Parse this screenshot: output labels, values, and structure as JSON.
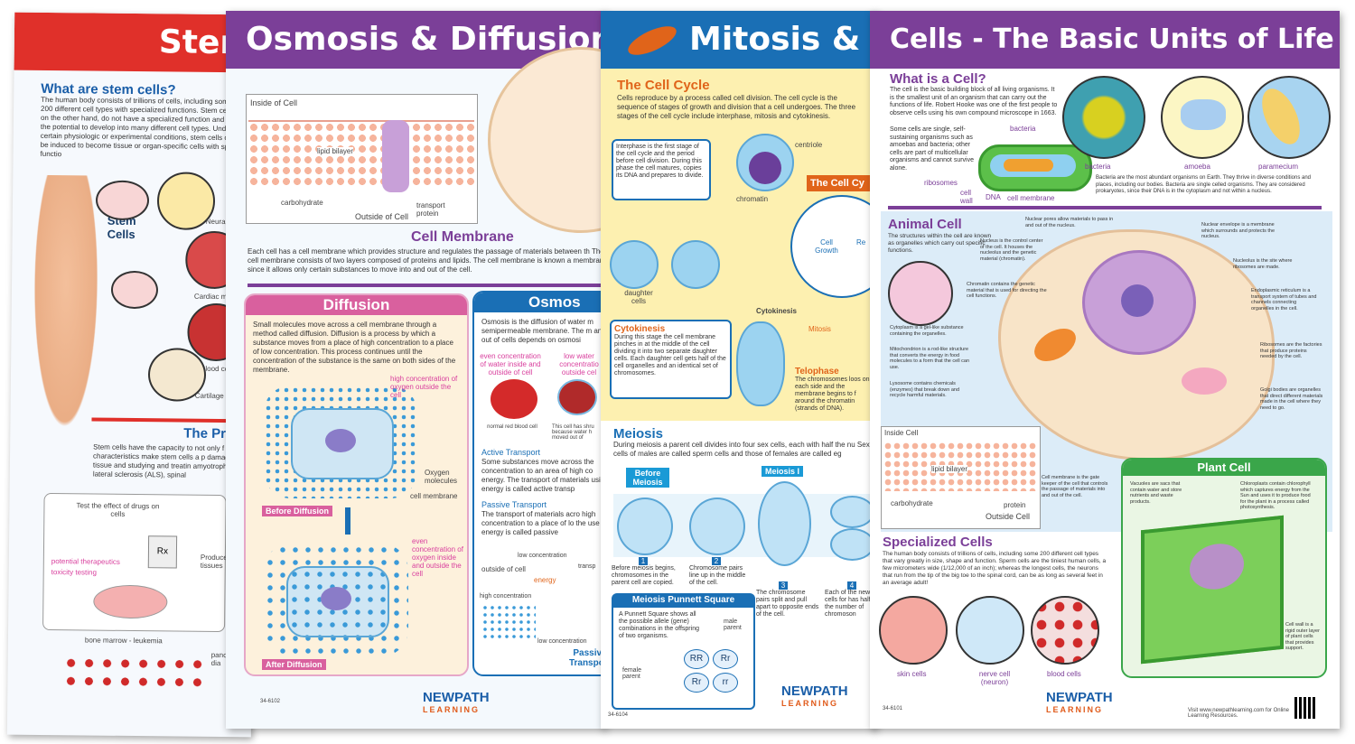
{
  "posters": {
    "stem": {
      "title": "Stem",
      "heading": "What are stem cells?",
      "intro": "The human body consists of trillions of cells, including some 200 different cell types with specialized functions. Stem cells, on the other hand, do not have a specialized function and have the potential to develop into many different cell types. Under certain physiologic or experimental conditions, stem cells can be induced to become tissue or organ-specific cells with special functio",
      "labels": [
        "Stem Cells",
        "Neural c",
        "Cardiac mus",
        "Blood cell",
        "Cartilage"
      ],
      "section2": "The Pro",
      "section2_text": "Stem cells have the capacity to not only f These characteristics make stem cells a p damaged tissue and studying and treatin amyotrophic lateral sclerosis (ALS), spinal",
      "test_label": "Test the effect of drugs on cells",
      "bullets": [
        "potential therapeutics",
        "toxicity testing"
      ],
      "rx": "Rx",
      "produce": "Produce tissues",
      "leukemia": "bone marrow - leukemia",
      "pancreas": "pancre dia",
      "colors": {
        "header": "#e0302a",
        "accent": "#1a5ea8"
      }
    },
    "osmosis": {
      "title": "Osmosis & Diffusion",
      "diagram_labels": [
        "Inside of Cell",
        "lipid bilayer",
        "carbohydrate",
        "transport protein",
        "Outside of Cell"
      ],
      "membrane_heading": "Cell Membrane",
      "membrane_text": "Each cell has a cell membrane which provides structure and regulates the passage of materials between th The cell membrane consists of two layers composed of proteins and lipids. The cell membrane is known a membrane since it allows only certain substances to move into and out of the cell.",
      "diffusion": {
        "heading": "Diffusion",
        "text": "Small molecules move across a cell membrane through a method called diffusion. Diffusion is a process by which a substance moves from a place of high concentration to a place of low concentration. This process continues until the concentration of the substance is the same on both sides of the membrane.",
        "labels": [
          "high concentration of oxygen outside the cell",
          "Oxygen molecules",
          "cell membrane",
          "even concentration of oxygen inside and outside the cell"
        ],
        "before": "Before Diffusion",
        "after": "After Diffusion"
      },
      "osmosis_box": {
        "heading": "Osmos",
        "text": "Osmosis is the diffusion of water m semipermeable membrane. The m and out of cells depends on osmosi",
        "cells": [
          "even concentration of water inside and outside of cell",
          "low water concentratio outside cel"
        ],
        "cell_captions": [
          "normal red blood cell",
          "This cell has shru because water h moved out of"
        ],
        "active_heading": "Active Transport",
        "active_text": "Some substances move across the concentration to an area of high co energy. The transport of materials using energy is called active transp",
        "passive_heading": "Passive Transport",
        "passive_text": "The transport of materials acro high concentration to a place of lo the use of energy is called passive",
        "diagram_labels": [
          "low concentration",
          "outside of cell",
          "energy",
          "high concentration",
          "low concentration",
          "transp"
        ],
        "passive_badge": "Passive Transport"
      },
      "code": "34-6102",
      "colors": {
        "header": "#7b3f98",
        "diffusion": "#d9609e",
        "osmosis": "#1a6fb5"
      }
    },
    "mitosis": {
      "title": "Mitosis & M",
      "cycle_heading": "The Cell Cycle",
      "cycle_text": "Cells reproduce by a process called cell division. The cell cycle is the sequence of stages of growth and division that a cell undergoes. The three stages of the cell cycle include interphase, mitosis and cytokinesis.",
      "interphase": "Interphase is the first stage of the cell cycle and the period before cell division. During this phase the cell matures, copies its DNA and prepares to divide.",
      "labels": [
        "centriole",
        "chromatin",
        "daughter cells",
        "Cytokinesis",
        "Mitosis",
        "Cell Growth",
        "Re"
      ],
      "cycle_banner": "The Cell Cy",
      "cytokinesis_heading": "Cytokinesis",
      "cytokinesis_text": "During this stage the cell membrane pinches in at the middle of the cell dividing it into two separate daughter cells. Each daughter cell gets half of the cell organelles and an identical set of chromosomes.",
      "telophase_heading": "Telophase",
      "telophase_text": "The chromosomes loos on each side and the membrane begins to f around the chromatin (strands of DNA).",
      "meiosis_heading": "Meiosis",
      "meiosis_text": "During meiosis a parent cell divides into four sex cells, each with half the nu Sex cells of males are called sperm cells and those of females are called eg",
      "stages": [
        "Before Meiosis",
        "Meiosis I"
      ],
      "steps": [
        {
          "n": "1",
          "text": "Before meiosis begins, chromosomes in the parent cell are copied."
        },
        {
          "n": "2",
          "text": "Chromosome pairs line up in the middle of the cell."
        },
        {
          "n": "3",
          "text": "The chromosome pairs split and pull apart to opposite ends of the cell."
        },
        {
          "n": "4",
          "text": "Each of the new cells for has half the number of chromoson"
        }
      ],
      "punnett_heading": "Meiosis Punnett Square",
      "punnett_text": "A Punnett Square shows all the possible allele (gene) combinations in the offspring of two organisms.",
      "punnett_labels": [
        "male parent",
        "female parent"
      ],
      "punnett_cells": [
        "RR",
        "Rr",
        "Rr",
        "rr"
      ],
      "code": "34-6104",
      "colors": {
        "header": "#1a6fb5",
        "body": "#fdf0b0",
        "accent": "#e0641a"
      }
    },
    "cells": {
      "title": "Cells - The Basic Units of Life",
      "what_heading": "What is a Cell?",
      "what_text": "The cell is the basic building block of all living organisms. It is the smallest unit of an organism that can carry out the functions of life. Robert Hooke was one of the first people to observe cells using his own compound microscope in 1663.",
      "single_text": "Some cells are single, self-sustaining organisms such as amoebas and bacteria; other cells are part of multicellular organisms and cannot survive alone.",
      "bacteria_labels": [
        "bacteria",
        "ribosomes",
        "cell wall",
        "DNA",
        "cell membrane"
      ],
      "circles": [
        "bacteria",
        "amoeba",
        "paramecium"
      ],
      "bacteria_text": "Bacteria are the most abundant organisms on Earth. They thrive in diverse conditions and places, including our bodies. Bacteria are single celled organisms. They are considered prokaryotes, since their DNA is in the cytoplasm and not within a nucleus.",
      "animal_heading": "Animal Cell",
      "animal_text": "The structures within the cell are known as organelles which carry out specific functions.",
      "organelles_left": [
        "Nucleus is the control center of the cell. It houses the nucleolus and the genetic material (chromatin).",
        "Chromatin contains the genetic material that is used for directing the cell functions.",
        "Cytoplasm is a gel-like substance containing the organelles.",
        "Mitochondrion is a rod-like structure that converts the energy in food molecules to a form that the cell can use.",
        "Lysosome contains chemicals (enzymes) that break down and recycle harmful materials."
      ],
      "organelles_top": "Nuclear pores allow materials to pass in and out of the nucleus.",
      "organelles_right": [
        "Nuclear envelope is a membrane which surrounds and protects the nucleus.",
        "Nucleolus is the site where ribosomes are made.",
        "Endoplasmic reticulum is a transport system of tubes and channels connecting organelles in the cell.",
        "Ribosomes are the factories that produce proteins needed by the cell.",
        "Golgi bodies are organelles that direct different materials made in the cell where they need to go."
      ],
      "inset_labels": [
        "Inside Cell",
        "lipid bilayer",
        "carbohydrate",
        "protein",
        "Outside Cell"
      ],
      "membrane_note": "Cell membrane is the gate keeper of the cell that controls the passage of materials into and out of the cell.",
      "plant_heading": "Plant Cell",
      "plant_notes": [
        "Vacuoles are sacs that contain water and store nutrients and waste products.",
        "Chloroplasts contain chlorophyll which captures energy from the Sun and uses it to produce food for the plant in a process called photosynthesis.",
        "Cell wall is a rigid outer layer of plant cells that provides support."
      ],
      "special_heading": "Specialized Cells",
      "special_text": "The human body consists of trillions of cells, including some 200 different cell types that vary greatly in size, shape and function. Sperm cells are the tiniest human cells, a few micrometers wide (1/12,000 of an inch); whereas the longest cells, the neurons that run from the tip of the big toe to the spinal cord, can be as long as several feet in an average adult!",
      "special_cells": [
        "skin cells",
        "nerve cell (neuron)",
        "blood cells"
      ],
      "website": "Visit www.newpathlearning.com for Online Learning Resources.",
      "code": "34-6101",
      "colors": {
        "header": "#7b3f98",
        "animal_bg": "#dcecf8",
        "plant": "#3aa64a"
      }
    }
  },
  "brand": {
    "name": "NEWPATH",
    "sub": "LEARNING"
  }
}
